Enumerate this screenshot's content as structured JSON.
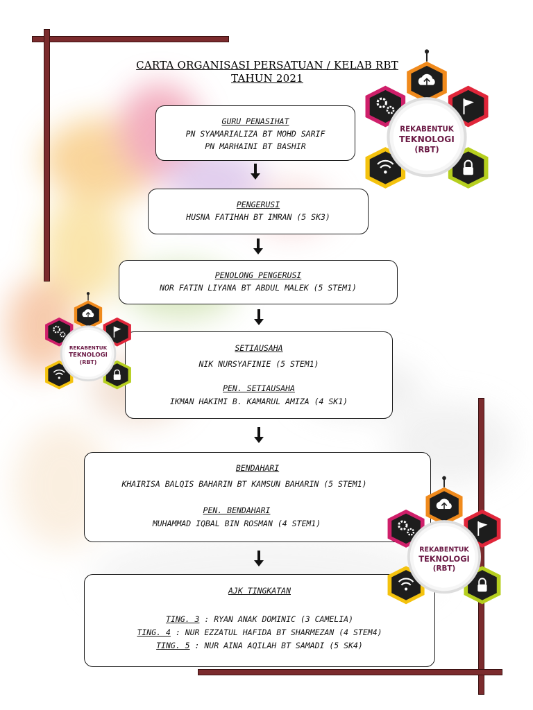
{
  "title": {
    "line1": "CARTA ORGANISASI PERSATUAN / KELAB RBT",
    "line2": "TAHUN 2021"
  },
  "boxes": {
    "guru": {
      "role": "GURU PENASIHAT",
      "names": [
        "PN SYAMARIALIZA BT MOHD SARIF",
        "PN MARHAINI BT BASHIR"
      ]
    },
    "pengerusi": {
      "role": "PENGERUSI",
      "name": "HUSNA FATIHAH BT IMRAN (5 SK3)"
    },
    "penolong": {
      "role": "PENOLONG PENGERUSI",
      "name": "NOR FATIN LIYANA BT ABDUL MALEK (5 STEM1)"
    },
    "setiausaha": {
      "role": "SETIAUSAHA",
      "name": "NIK NURSYAFINIE (5 STEM1)",
      "role2": "PEN. SETIAUSAHA",
      "name2": "IKMAN HAKIMI B. KAMARUL AMIZA (4 SK1)"
    },
    "bendahari": {
      "role": "BENDAHARI",
      "name": "KHAIRISA BALQIS BAHARIN BT KAMSUN BAHARIN (5 STEM1)",
      "role2": "PEN. BENDAHARI",
      "name2": "MUHAMMAD IQBAL BIN ROSMAN (4 STEM1)"
    },
    "ajk": {
      "role": "AJK TINGKATAN",
      "rows": [
        {
          "label": "TING. 3",
          "sep": " : ",
          "value": "RYAN ANAK DOMINIC (3 CAMELIA)"
        },
        {
          "label": "TING. 4",
          "sep": " : ",
          "value": "NUR EZZATUL HAFIDA BT SHARMEZAN (4 STEM4)"
        },
        {
          "label": "TING. 5",
          "sep": " : ",
          "value": "NUR AINA AQILAH BT SAMADI (5 SK4)"
        }
      ]
    }
  },
  "badge": {
    "line1": "REKABENTUK",
    "line2": "TEKNOLOGI",
    "line3": "(RBT)",
    "colors": {
      "orange": "#f08a1c",
      "pink": "#cf1f6a",
      "red": "#e0263a",
      "lime": "#b6cf1f",
      "yellow": "#f4c20d",
      "dark": "#1d1d1d",
      "text": "#6b1a45"
    }
  },
  "colors": {
    "frame": "#7b2b2d"
  }
}
